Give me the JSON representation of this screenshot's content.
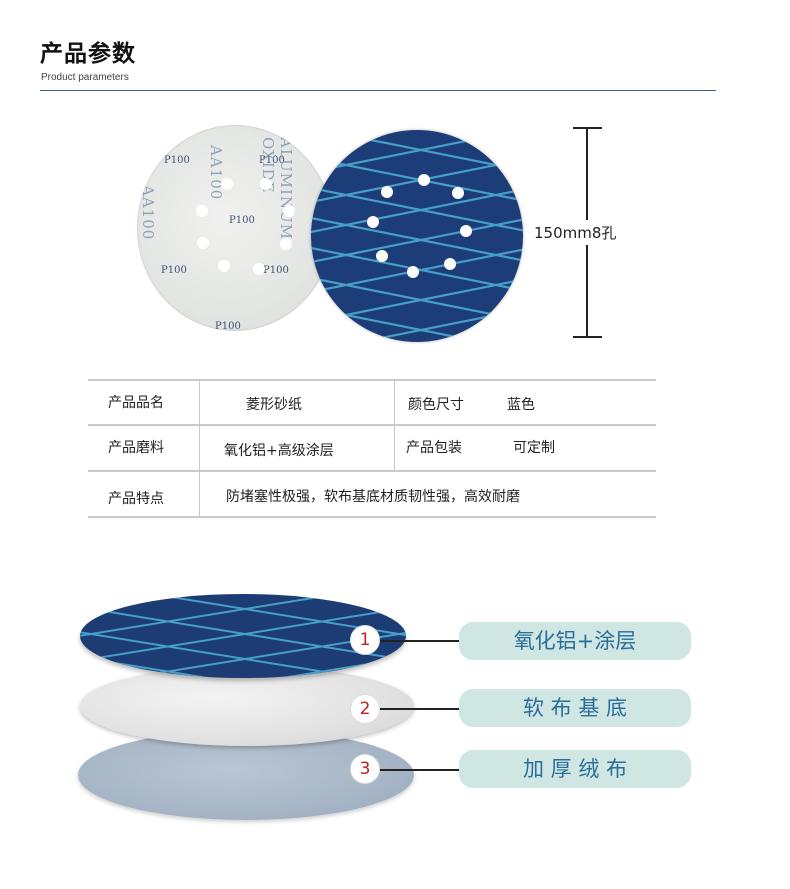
{
  "header": {
    "title": "产品参数",
    "subtitle": "Product parameters"
  },
  "product_image": {
    "white_disc_labels": [
      "P100",
      "P100",
      "P100",
      "P100",
      "P100",
      "P100"
    ],
    "white_disc_vertical": [
      "AA100",
      "ALUMINUM OXIDE",
      "AA100"
    ],
    "dimension_label": "150mm8孔"
  },
  "spec_table": {
    "rows": [
      {
        "label1": "产品品名",
        "value1": "菱形砂纸",
        "label2": "颜色尺寸",
        "value2": "蓝色"
      },
      {
        "label1": "产品磨料",
        "value1": "氧化铝+高级涂层",
        "label2": "产品包装",
        "value2": "可定制"
      },
      {
        "label1": "产品特点",
        "value1": "防堵塞性极强，软布基底材质韧性强，高效耐磨"
      }
    ]
  },
  "layers": [
    {
      "number": "1",
      "label": "氧化铝+涂层"
    },
    {
      "number": "2",
      "label": "软 布 基 底"
    },
    {
      "number": "3",
      "label": "加 厚 绒 布"
    }
  ],
  "colors": {
    "rule": "#3b5f86",
    "disc_blue": "#1d3d78",
    "mesh": "#4fb0d8",
    "pill_bg": "#cfe6e2",
    "pill_text": "#2a6d9a",
    "badge_number": "#b22222"
  }
}
